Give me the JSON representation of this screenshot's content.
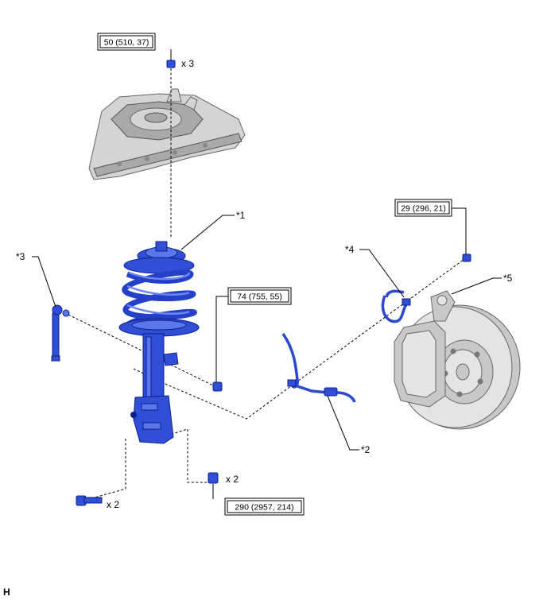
{
  "torques": {
    "t1": "50 (510, 37)",
    "t2": "29 (296, 21)",
    "t3": "74 (755, 55)",
    "t4": "290 (2957, 214)"
  },
  "quantities": {
    "top_nut": "x 3",
    "lower_nut": "x 2",
    "lower_bolt": "x 2"
  },
  "callouts": {
    "c1": "*1",
    "c2": "*2",
    "c3": "*3",
    "c4": "*4",
    "c5": "*5"
  },
  "corner_letter": "H",
  "colors": {
    "part_highlight": "#2e4fd6",
    "context_part": "#d4d4d4"
  }
}
